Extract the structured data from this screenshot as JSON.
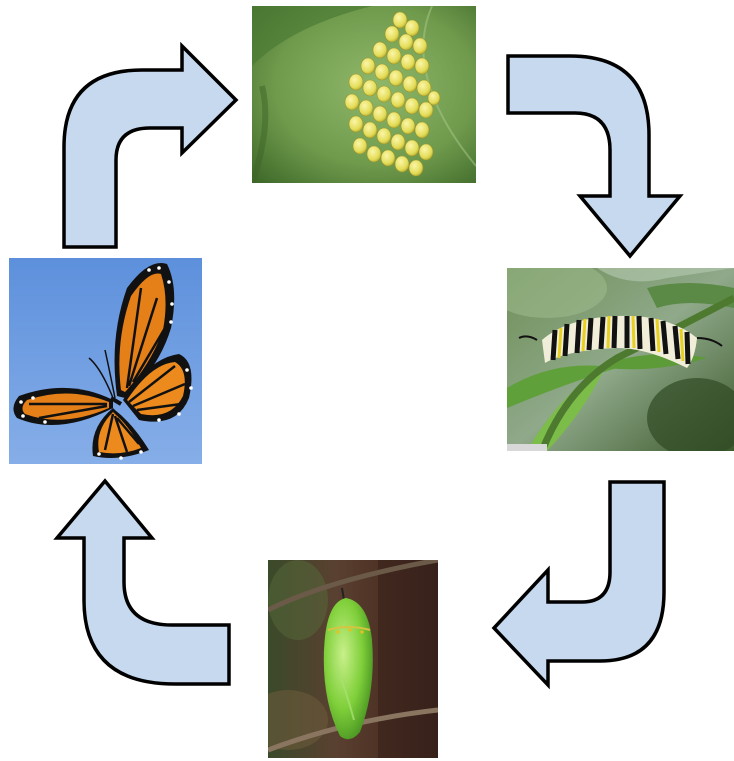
{
  "diagram": {
    "type": "life-cycle",
    "stages": [
      {
        "id": "eggs",
        "icon": "butterfly-eggs-on-leaf"
      },
      {
        "id": "caterpillar",
        "icon": "striped-caterpillar-on-stem"
      },
      {
        "id": "chrysalis",
        "icon": "green-chrysalis-on-twig"
      },
      {
        "id": "butterfly",
        "icon": "orange-monarch-butterfly"
      }
    ],
    "arrows": [
      {
        "from": "butterfly",
        "to": "eggs"
      },
      {
        "from": "eggs",
        "to": "caterpillar"
      },
      {
        "from": "caterpillar",
        "to": "chrysalis"
      },
      {
        "from": "chrysalis",
        "to": "butterfly"
      }
    ],
    "colors": {
      "arrow_fill": "#c6d9ef",
      "arrow_stroke": "#000000",
      "background": "#ffffff"
    }
  }
}
